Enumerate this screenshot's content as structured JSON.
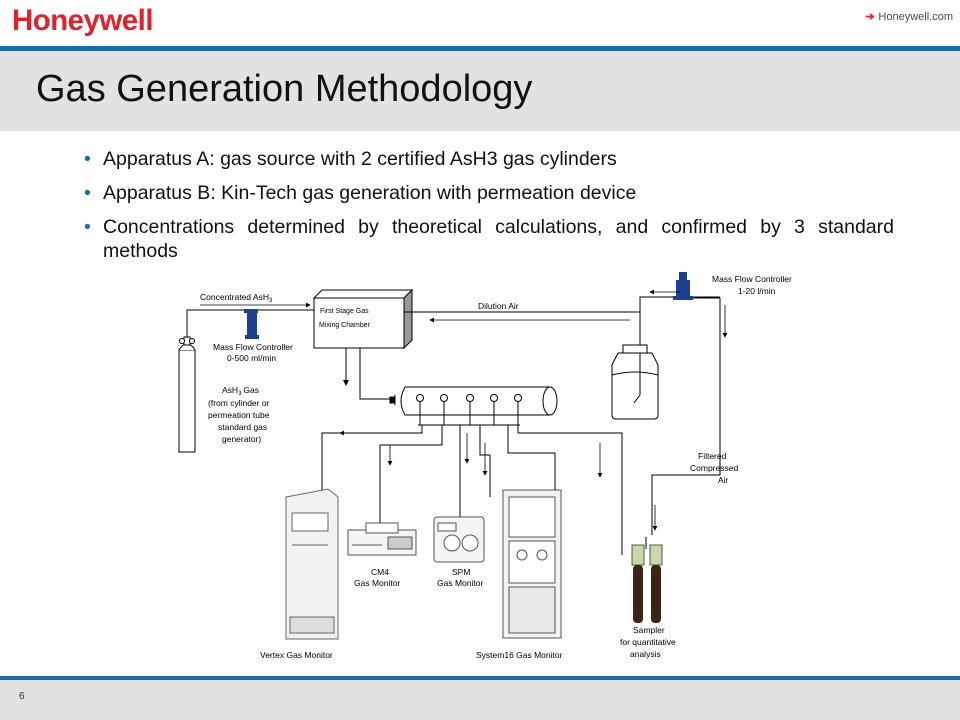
{
  "header": {
    "logo": "Honeywell",
    "link_label": "Honeywell.com"
  },
  "slide": {
    "title": "Gas Generation Methodology",
    "bullets": [
      "Apparatus A: gas source with 2 certified AsH3 gas cylinders",
      "Apparatus B: Kin-Tech gas generation with permeation device",
      "Concentrations determined by theoretical calculations, and confirmed by 3 standard methods"
    ]
  },
  "diagram": {
    "concentrated_ash3": "Concentrated AsH",
    "first_stage_l1": "First Stage Gas",
    "first_stage_l2": "Mixing Chamber",
    "dilution_air": "Dilution Air",
    "mfc_top_l1": "Mass Flow Controller",
    "mfc_top_l2": "1-20 l/min",
    "mfc_left_l1": "Mass Flow Controller",
    "mfc_left_l2": "0-500 ml/min",
    "ash3_gas_l1": "AsH",
    "ash3_gas_l1b": "Gas",
    "ash3_gas_l2": "(from cylinder or",
    "ash3_gas_l3": "permeation tube",
    "ash3_gas_l4": "standard gas",
    "ash3_gas_l5": "generator)",
    "filtered_l1": "Filtered",
    "filtered_l2": "Compressed",
    "filtered_l3": "Air",
    "cm4_l1": "CM4",
    "cm4_l2": "Gas Monitor",
    "spm_l1": "SPM",
    "spm_l2": "Gas Monitor",
    "vertex": "Vertex Gas Monitor",
    "system16": "System16 Gas Monitor",
    "sampler_l1": "Sampler",
    "sampler_l2": "for quantitative",
    "sampler_l3": "analysis"
  },
  "footer": {
    "page_number": "6"
  }
}
